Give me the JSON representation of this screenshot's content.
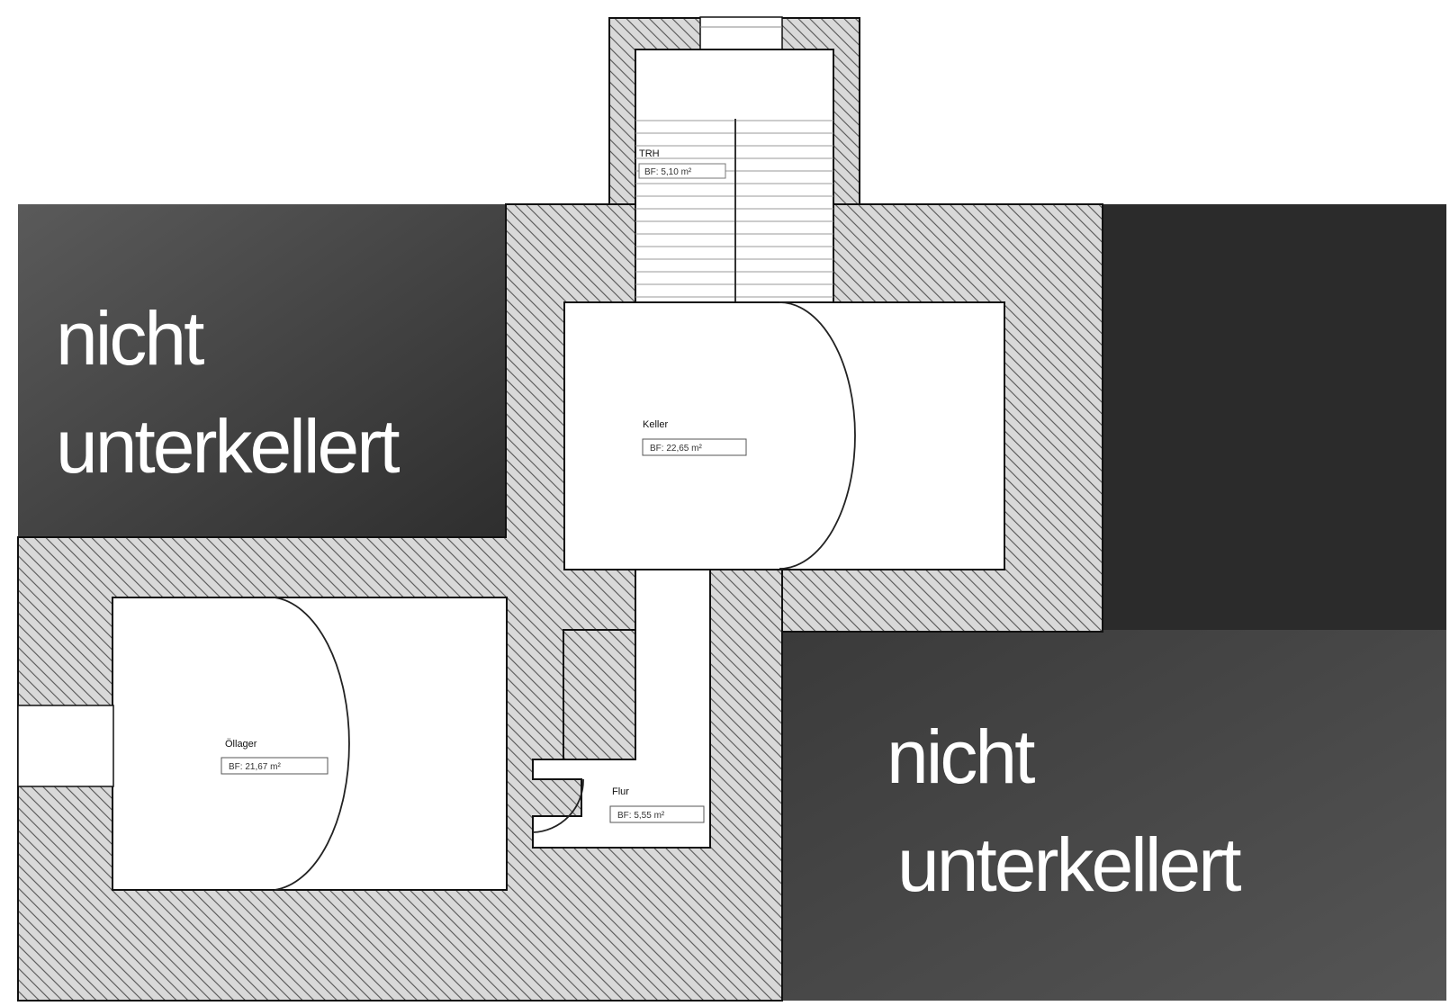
{
  "colors": {
    "wall_hatch_bg": "#d9d9d9",
    "wall_hatch_line": "#555555",
    "unexcavated_dark": "#2b2b2b",
    "unexcavated_mid": "#4a4a4a",
    "room_fill": "#ffffff",
    "outline": "#111111"
  },
  "unexcavated_label_top_left": {
    "line1": "nicht",
    "line2": "unterkellert"
  },
  "unexcavated_label_bottom_right": {
    "line1": "nicht",
    "line2": "unterkellert"
  },
  "rooms": {
    "stairwell": {
      "name": "TRH",
      "area": "BF: 5,10 m²"
    },
    "keller": {
      "name": "Keller",
      "area": "BF: 22,65 m²"
    },
    "oellager": {
      "name": "Öllager",
      "area": "BF: 21,67 m²"
    },
    "flur": {
      "name": "Flur",
      "area": "BF: 5,55 m²"
    }
  }
}
